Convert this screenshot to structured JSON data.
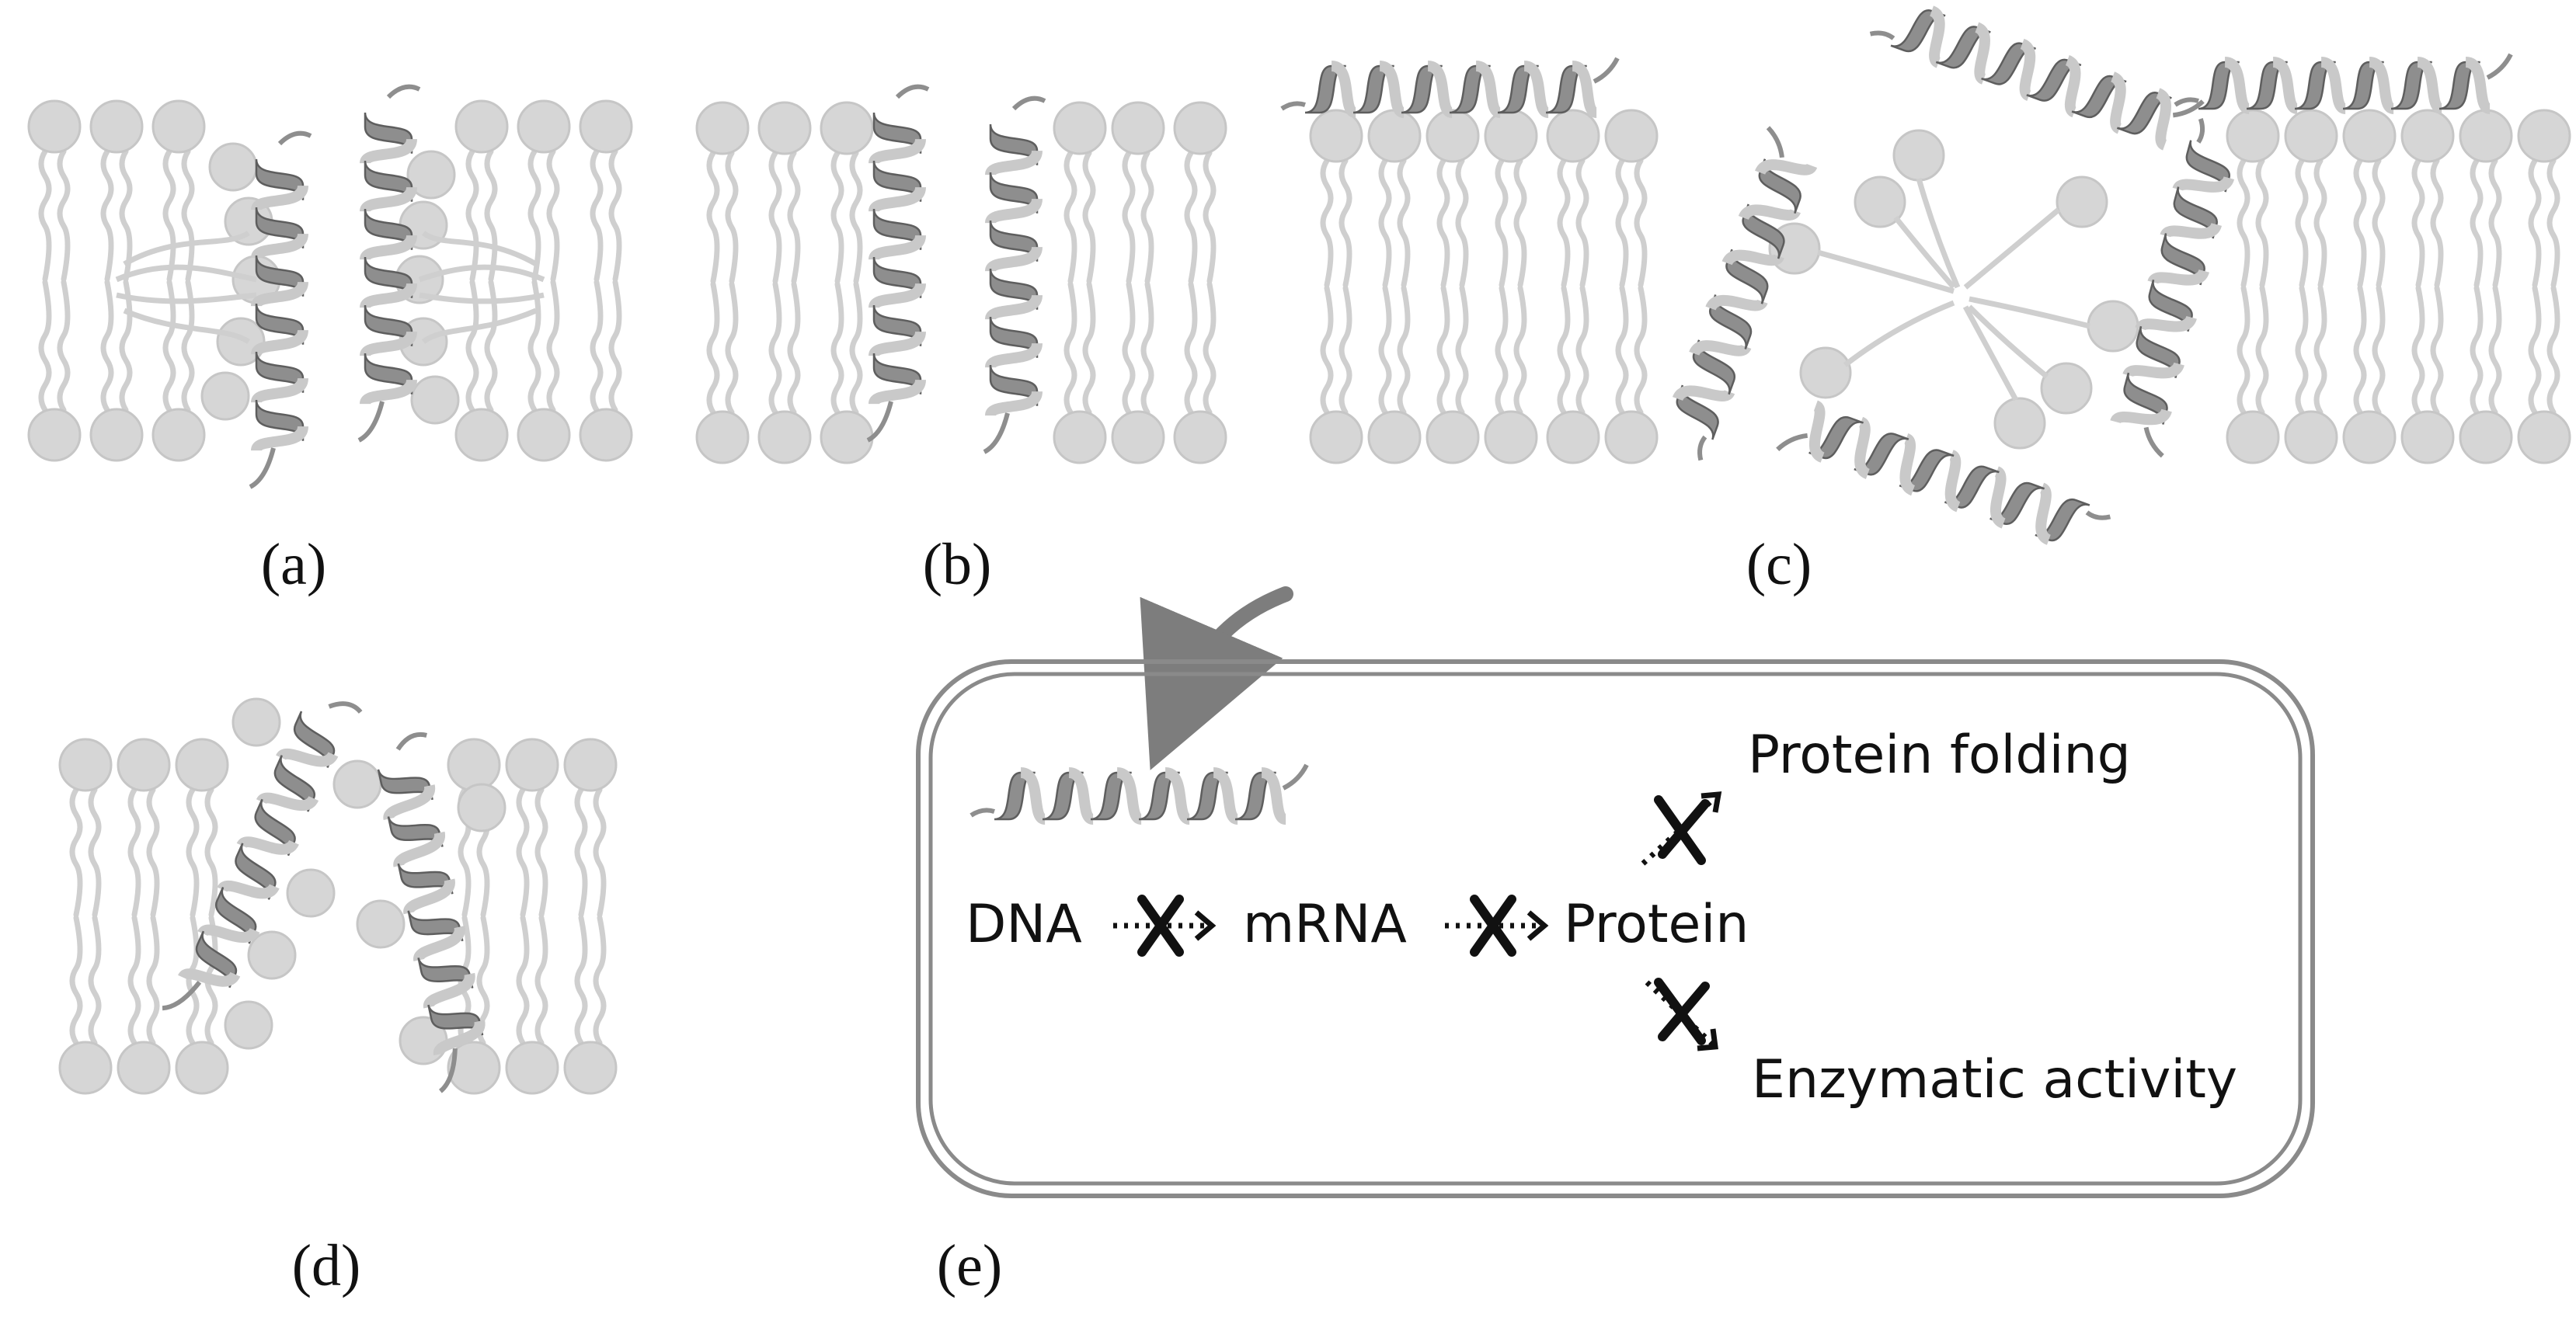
{
  "panels": {
    "a": {
      "label": "(a)"
    },
    "b": {
      "label": "(b)"
    },
    "c": {
      "label": "(c)"
    },
    "d": {
      "label": "(d)"
    },
    "e": {
      "label": "(e)"
    }
  },
  "flow": {
    "dna": "DNA",
    "mrna": "mRNA",
    "protein": "Protein",
    "folding": "Protein folding",
    "enzymatic": "Enzymatic activity"
  },
  "colors": {
    "lipid_head": "#d6d6d6",
    "lipid_head_stroke": "#c6c6c6",
    "lipid_tail": "#cfcfcf",
    "helix": "#8e8e8e",
    "helix_dark": "#5e5e5e",
    "helix_light": "#c9c9c9",
    "arrow": "#7d7d7d",
    "text": "#111111",
    "box_stroke": "#888888"
  }
}
